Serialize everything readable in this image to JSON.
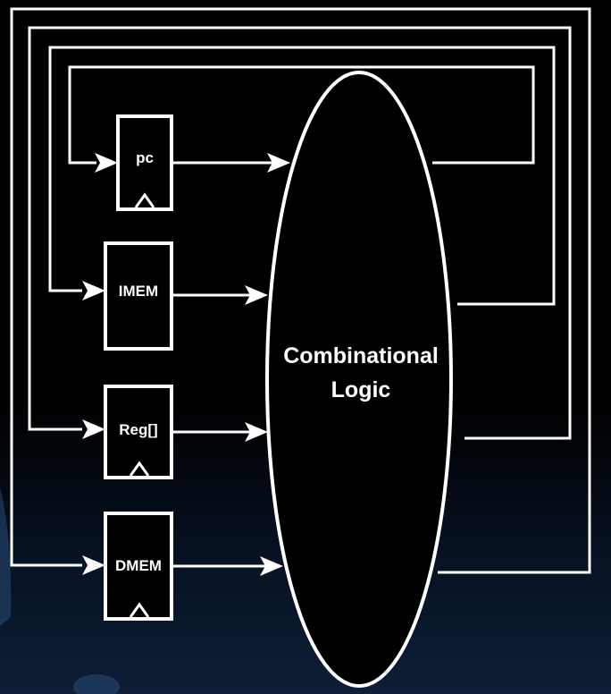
{
  "diagram": {
    "state_elements": [
      {
        "id": "pc",
        "label": "pc",
        "clocked": true
      },
      {
        "id": "imem",
        "label": "IMEM",
        "clocked": false
      },
      {
        "id": "reg",
        "label": "Reg[]",
        "clocked": true
      },
      {
        "id": "dmem",
        "label": "DMEM",
        "clocked": true
      }
    ],
    "logic": {
      "line1": "Combinational",
      "line2": "Logic"
    },
    "colors": {
      "background": "#000000",
      "stroke": "#ffffff",
      "text": "#ffffff"
    }
  }
}
